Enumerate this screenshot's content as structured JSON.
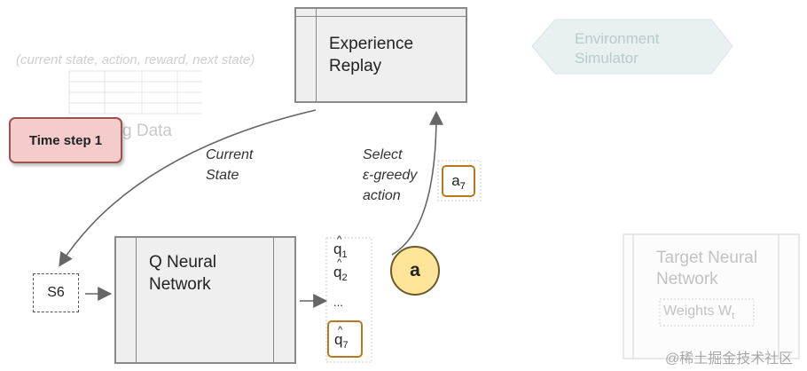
{
  "experience_replay": {
    "line1": "Experience",
    "line2": "Replay"
  },
  "environment": {
    "line1": "Environment",
    "line2": "Simulator"
  },
  "tuple_label": "(current state, action, reward, next state)",
  "training_data": "g Data",
  "time_step": "Time step 1",
  "current_state": {
    "line1": "Current",
    "line2": "State"
  },
  "select_action": {
    "line1": "Select",
    "line2": "ε-greedy",
    "line3": "action"
  },
  "action_box": {
    "main": "a",
    "sub": "7"
  },
  "q_network": {
    "line1": "Q Neural",
    "line2": "Network"
  },
  "state_box": "S6",
  "q_values": {
    "q": "q",
    "hat": "^",
    "sub1": "1",
    "sub2": "2",
    "ellipsis": "...",
    "sub7": "7"
  },
  "action_circle": "a",
  "target_network": {
    "line1": "Target Neural",
    "line2": "Network",
    "weights": "Weights W",
    "weights_sub": "t"
  },
  "watermark": "@稀土掘金技术社区",
  "colors": {
    "time_step_fill": "#f4cccc",
    "time_step_border": "#cc6666",
    "circle_fill": "#ffe599",
    "highlight_border": "#b7791f",
    "env_fill": "#d0e0e3"
  }
}
